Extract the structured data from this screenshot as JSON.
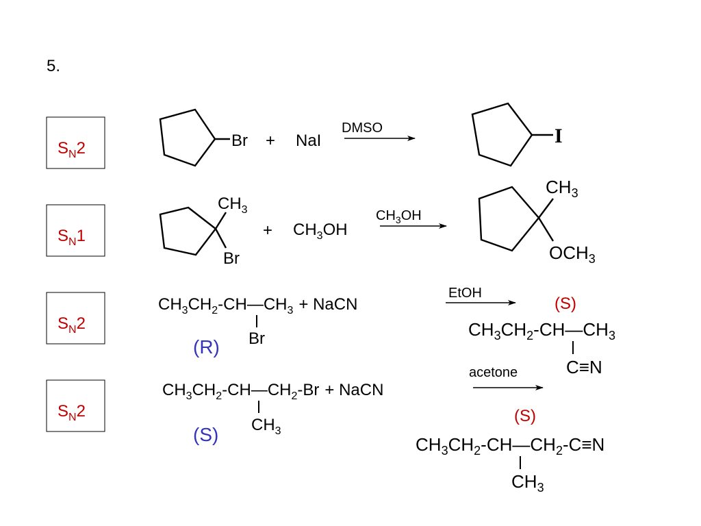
{
  "problem_number": "5.",
  "colors": {
    "mechanism": "#c00000",
    "stereo": "#3333bb",
    "ink": "#000000"
  },
  "reactions": [
    {
      "mechanism": {
        "main": "S",
        "sub": "N",
        "order": "2"
      },
      "reactant_substituent": "Br",
      "plus": "+",
      "reagent": "NaI",
      "condition": "DMSO",
      "product_substituent": "I"
    },
    {
      "mechanism": {
        "main": "S",
        "sub": "N",
        "order": "1"
      },
      "reactant_methyl": {
        "main": "CH",
        "sub": "3"
      },
      "reactant_substituent": "Br",
      "plus": "+",
      "reagent": {
        "a": "CH",
        "b": "3",
        "c": "OH"
      },
      "condition": {
        "a": "CH",
        "b": "3",
        "c": "OH"
      },
      "product_methyl": {
        "main": "CH",
        "sub": "3"
      },
      "product_methoxy": {
        "main": "OCH",
        "sub": "3"
      }
    },
    {
      "mechanism": {
        "main": "S",
        "sub": "N",
        "order": "2"
      },
      "reactant_chain": {
        "ch": "CH",
        "three": "3",
        "two": "2",
        "dash_ch": "-CH",
        "bond": "—",
        "plus_reagent": "+ NaCN"
      },
      "reactant_branch": "Br",
      "reactant_stereo": "(R)",
      "condition": "EtOH",
      "product_stereo": "(S)",
      "product_chain": {
        "ch": "CH",
        "three": "3",
        "two": "2",
        "dash_ch": "-CH",
        "bond": "—"
      },
      "product_branch": "C≡N"
    },
    {
      "mechanism": {
        "main": "S",
        "sub": "N",
        "order": "2"
      },
      "reactant_chain": {
        "ch": "CH",
        "three": "3",
        "two": "2",
        "dash_ch": "-CH",
        "bond": "—",
        "dash_br": "-Br",
        "plus_reagent": "+ NaCN"
      },
      "reactant_branch": {
        "main": "CH",
        "sub": "3"
      },
      "reactant_stereo": "(S)",
      "condition": "acetone",
      "product_stereo": "(S)",
      "product_chain": {
        "ch": "CH",
        "three": "3",
        "two": "2",
        "dash_ch": "-CH",
        "bond": "—",
        "dash_cn": "-C≡N"
      },
      "product_branch": {
        "main": "CH",
        "sub": "3"
      }
    }
  ]
}
